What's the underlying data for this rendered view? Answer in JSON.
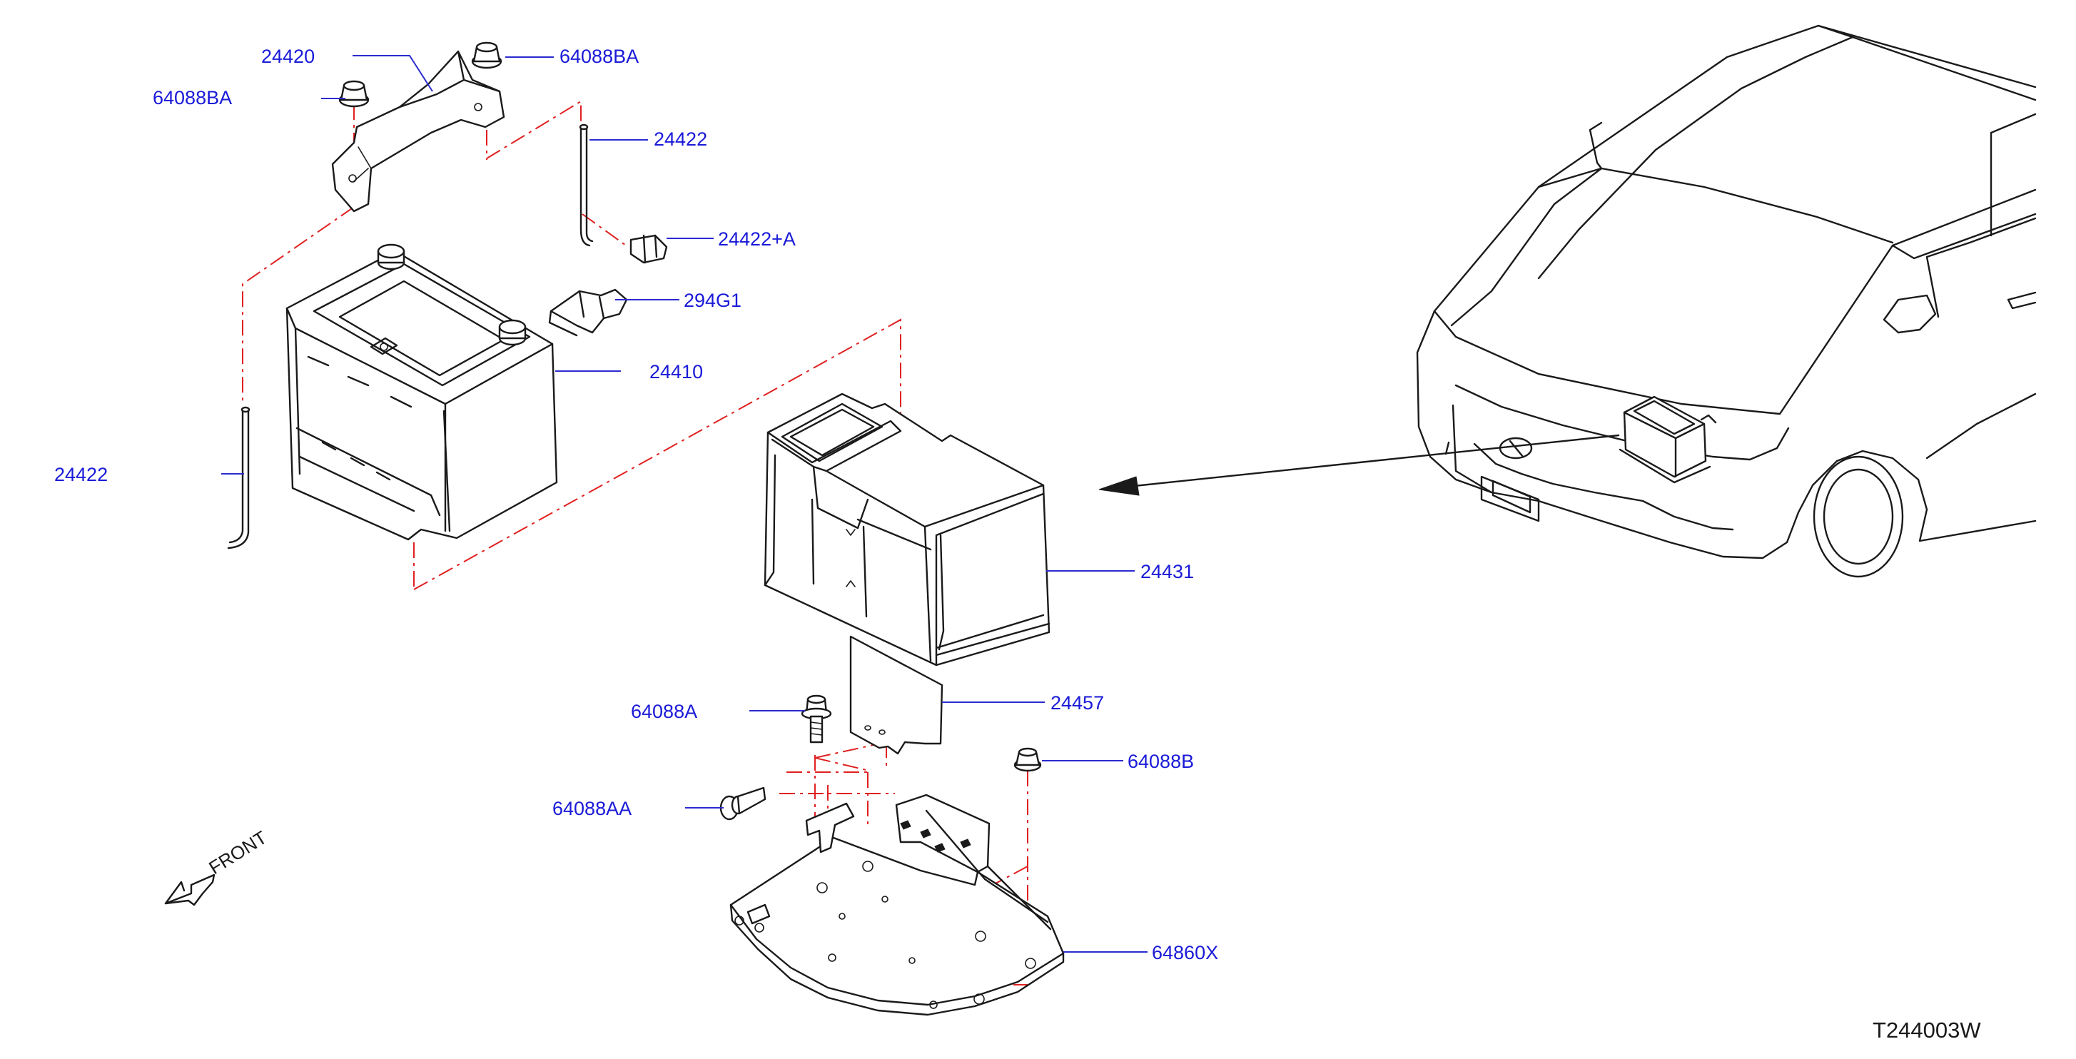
{
  "figure_id": "T244003W",
  "direction_label": "FRONT",
  "colors": {
    "callout": "#1a1ad8",
    "assembly_line": "#e02020",
    "drawing": "#1a1a1a"
  },
  "callouts": [
    {
      "id": "bracket-upper",
      "label": "24420"
    },
    {
      "id": "nut-top-right",
      "label": "64088BA"
    },
    {
      "id": "nut-top-left",
      "label": "64088BA"
    },
    {
      "id": "rod-right",
      "label": "24422"
    },
    {
      "id": "clip",
      "label": "24422+A"
    },
    {
      "id": "harness-clip",
      "label": "294G1"
    },
    {
      "id": "battery",
      "label": "24410"
    },
    {
      "id": "rod-left",
      "label": "24422"
    },
    {
      "id": "battery-case",
      "label": "24431"
    },
    {
      "id": "insulator-plate",
      "label": "24457"
    },
    {
      "id": "bolt-a",
      "label": "64088A"
    },
    {
      "id": "nut-b",
      "label": "64088B"
    },
    {
      "id": "bolt-aa",
      "label": "64088AA"
    },
    {
      "id": "battery-tray",
      "label": "64860X"
    }
  ]
}
